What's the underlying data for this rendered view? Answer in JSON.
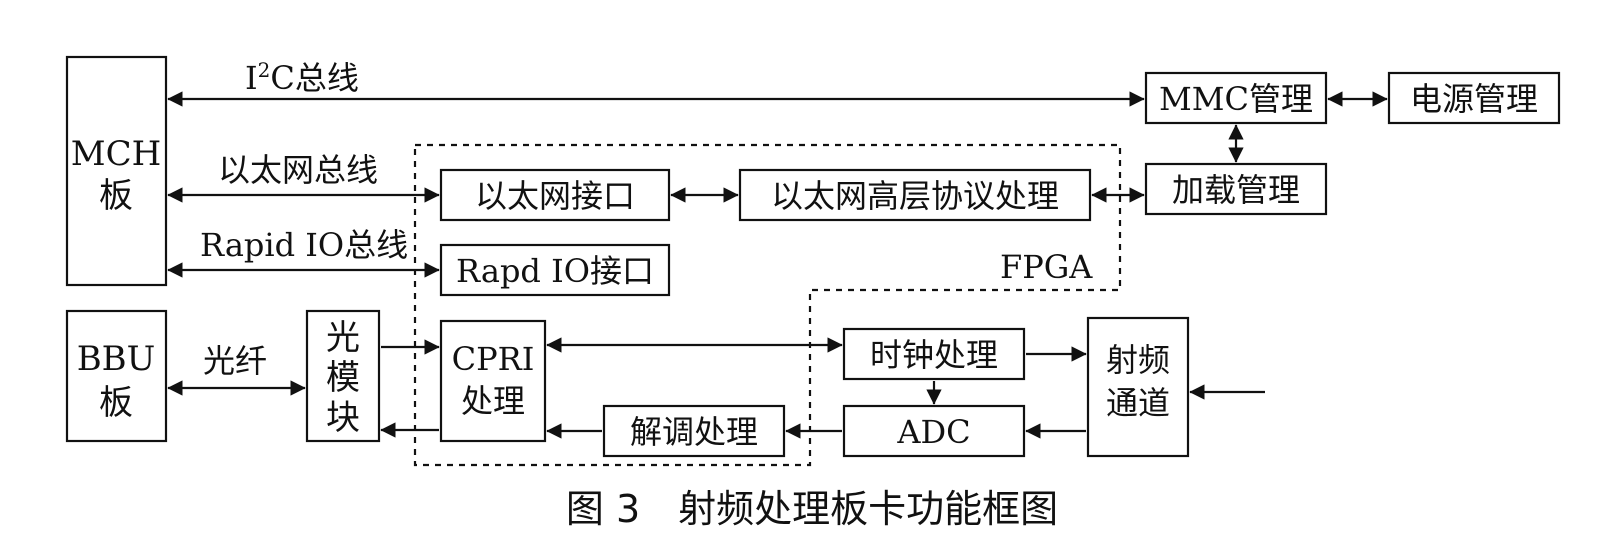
{
  "diagram": {
    "caption": "图 3　射频处理板卡功能框图",
    "blocks": {
      "mch": [
        "MCH",
        "板"
      ],
      "bbu": [
        "BBU",
        "板"
      ],
      "optical_module": [
        "光",
        "模",
        "块"
      ],
      "mmc": "MMC管理",
      "power": "电源管理",
      "loading": "加载管理",
      "eth_interface": "以太网接口",
      "eth_protocol": "以太网高层协议处理",
      "rapidio_interface": "Rapd IO接口",
      "cpri": [
        "CPRI",
        "处理"
      ],
      "demod": "解调处理",
      "clock": "时钟处理",
      "adc": "ADC",
      "rf_channel": [
        "射频",
        "通道"
      ]
    },
    "labels": {
      "fpga": "FPGA",
      "i2c_bus_prefix": "I",
      "i2c_bus_sup": "2",
      "i2c_bus_suffix": "C总线",
      "eth_bus": "以太网总线",
      "rapidio_bus": "Rapid IO总线",
      "fiber": "光纤"
    }
  }
}
